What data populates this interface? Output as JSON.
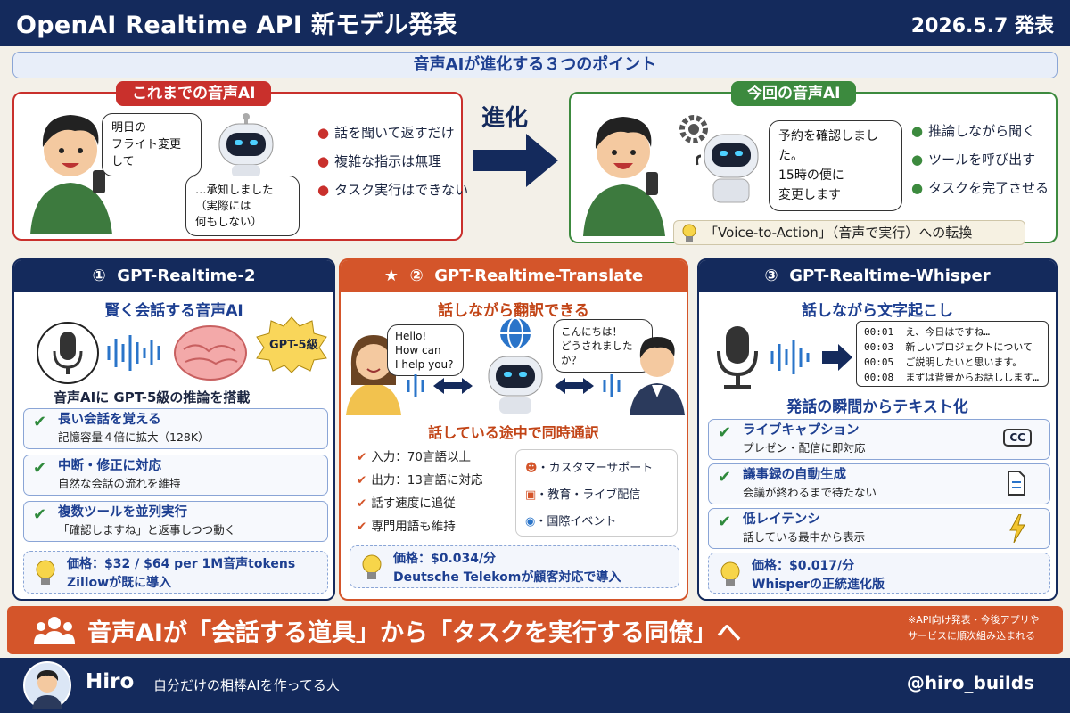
{
  "header": {
    "title": "OpenAI Realtime API 新モデル発表",
    "date": "2026.5.7 発表"
  },
  "points_banner": "音声AIが進化する３つのポイント",
  "old": {
    "tag": "これまでの音声AI",
    "user_bubble": [
      "明日の",
      "フライト変更して"
    ],
    "ai_bubble": [
      "…承知しました",
      "（実際には",
      "何もしない）"
    ],
    "bullets": [
      "話を聞いて返すだけ",
      "複雑な指示は無理",
      "タスク実行はできない"
    ]
  },
  "evolution_label": "進化",
  "new": {
    "tag": "今回の音声AI",
    "ai_bubble": [
      "予約を確認しました。",
      "15時の便に",
      "変更します"
    ],
    "bullets": [
      "推論しながら聞く",
      "ツールを呼び出す",
      "タスクを完了させる"
    ],
    "note": "「Voice-to-Action」（音声で実行）への転換"
  },
  "card1": {
    "number": "①",
    "title": "GPT-Realtime-2",
    "subtitle": "賢く会話する音声AI",
    "badge": "GPT-5級",
    "caption": "音声AIに  GPT-5級の推論を搭載",
    "features": [
      {
        "title": "長い会話を覚える",
        "desc": "記憶容量４倍に拡大（128K）"
      },
      {
        "title": "中断・修正に対応",
        "desc": "自然な会話の流れを維持"
      },
      {
        "title": "複数ツールを並列実行",
        "desc": "「確認しますね」と返事しつつ動く"
      }
    ],
    "price": [
      "価格：$32 / $64 per 1M音声tokens",
      "Zillowが既に導入"
    ]
  },
  "card2": {
    "star": "★",
    "number": "②",
    "title": "GPT-Realtime-Translate",
    "subtitle": "話しながら翻訳できる",
    "left_bubble": [
      "Hello!",
      "How can",
      "I help you?"
    ],
    "right_bubble": [
      "こんにちは！",
      "どうされましたか？"
    ],
    "mid_caption": "話している途中で同時通訳",
    "checks": [
      "入力：70言語以上",
      "出力：13言語に対応",
      "話す速度に追従",
      "専門用語も維持"
    ],
    "uses": [
      "・カスタマーサポート",
      "・教育・ライブ配信",
      "・国際イベント"
    ],
    "price": [
      "価格：$0.034/分",
      "Deutsche Telekomが顧客対応で導入"
    ]
  },
  "card3": {
    "number": "③",
    "title": "GPT-Realtime-Whisper",
    "subtitle": "話しながら文字起こし",
    "transcript": [
      {
        "t": "00:01",
        "text": "え、今日はですね…"
      },
      {
        "t": "00:03",
        "text": "新しいプロジェクトについて"
      },
      {
        "t": "00:05",
        "text": "ご説明したいと思います。"
      },
      {
        "t": "00:08",
        "text": "まずは背景からお話しします…"
      }
    ],
    "mid_caption": "発話の瞬間からテキスト化",
    "features": [
      {
        "title": "ライブキャプション",
        "desc": "プレゼン・配信に即対応",
        "icon": "CC"
      },
      {
        "title": "議事録の自動生成",
        "desc": "会議が終わるまで待たない"
      },
      {
        "title": "低レイテンシ",
        "desc": "話している最中から表示"
      }
    ],
    "price": [
      "価格：$0.017/分",
      "Whisperの正統進化版"
    ]
  },
  "bottom": {
    "message": "音声AIが「会話する道具」から「タスクを実行する同僚」へ",
    "note": [
      "※API向け発表・今後アプリや",
      "サービスに順次組み込まれる"
    ]
  },
  "footer": {
    "name": "Hiro",
    "tagline": "自分だけの相棒AIを作ってる人",
    "handle": "@hiro_builds"
  },
  "colors": {
    "navy": "#142a5c",
    "red": "#c9302c",
    "green": "#3c8a3e",
    "orange": "#d4552a"
  }
}
